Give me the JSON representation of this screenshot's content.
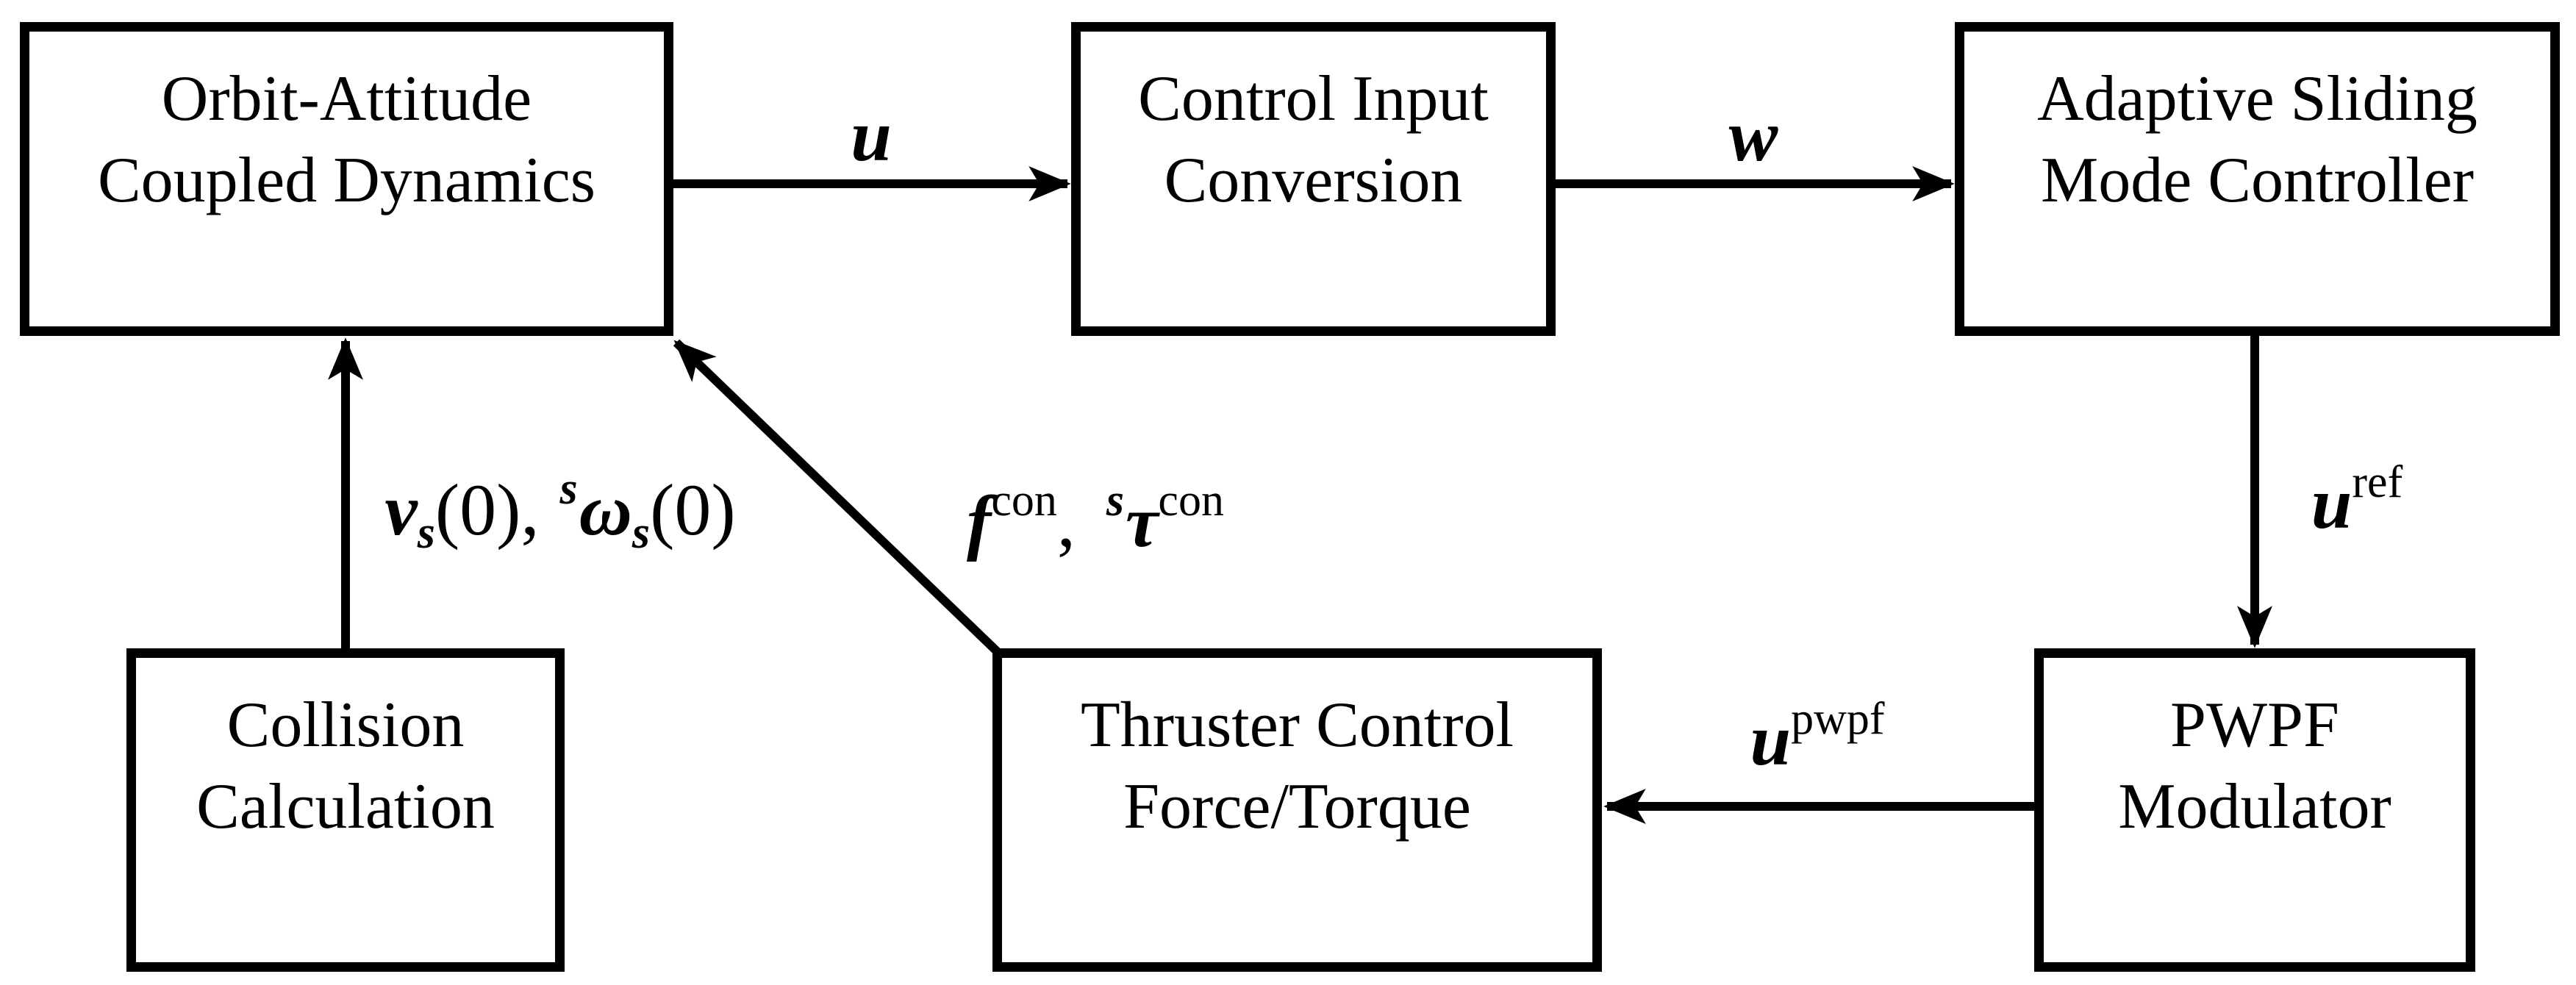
{
  "figure": {
    "type": "control-system-block-diagram",
    "colors": {
      "ink": "#000000",
      "background": "#ffffff"
    }
  },
  "blocks": {
    "orbit": {
      "line1": "Orbit-Attitude",
      "line2": "Coupled Dynamics"
    },
    "conversion": {
      "line1": "Control Input",
      "line2": "Conversion"
    },
    "asmc": {
      "line1": "Adaptive Sliding",
      "line2": "Mode Controller"
    },
    "collision": {
      "line1": "Collision",
      "line2": "Calculation"
    },
    "thruster": {
      "line1": "Thruster Control",
      "line2": "Force/Torque"
    },
    "pwpf": {
      "line1": "PWPF",
      "line2": "Modulator"
    }
  },
  "signals": {
    "u": "u",
    "w": "w",
    "u_ref": {
      "base": "u",
      "sup": "ref"
    },
    "u_pwpf": {
      "base": "u",
      "sup": "pwpf"
    },
    "f_tau": {
      "f": "f",
      "f_sup": "con",
      "comma": ",",
      "tau_pre": "s",
      "tau": "τ",
      "tau_sup": "con"
    },
    "v_omega": {
      "v": "v",
      "v_sub": "s",
      "v_arg": "(0),",
      "omega_pre": "s",
      "omega": "ω",
      "omega_sub": "s",
      "omega_arg": "(0)"
    }
  }
}
